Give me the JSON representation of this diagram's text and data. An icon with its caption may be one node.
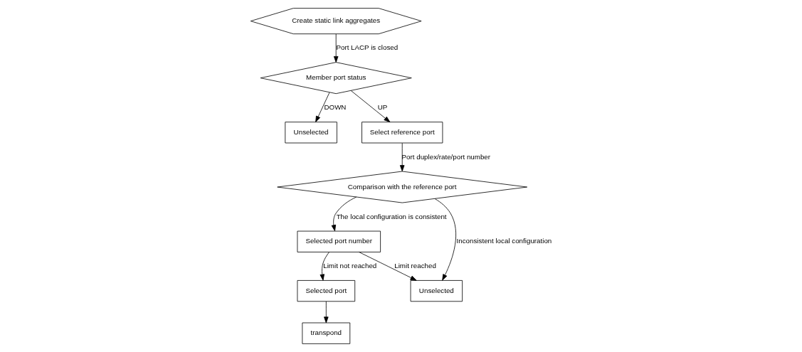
{
  "diagram": {
    "nodes": [
      {
        "text": [
          "Create static link aggregates"
        ]
      },
      {
        "text": [
          "Member port status"
        ]
      },
      {
        "text": [
          "Unselected"
        ]
      },
      {
        "text": [
          "Select reference port"
        ]
      },
      {
        "text": [
          "Comparison with the reference port"
        ]
      },
      {
        "text": [
          "Selected port number"
        ]
      },
      {
        "text": [
          "Selected port"
        ]
      },
      {
        "text": [
          "transpond"
        ]
      },
      {
        "text": [
          "Unselected"
        ]
      }
    ],
    "edges": [
      {
        "from": 0,
        "to": 1,
        "arrow": "to",
        "label": "Port LACP is closed"
      },
      {
        "from": 1,
        "to": 2,
        "arrow": "to",
        "label": "DOWN"
      },
      {
        "from": 1,
        "to": 3,
        "arrow": "to",
        "label": "UP"
      },
      {
        "from": 3,
        "to": 4,
        "arrow": "to",
        "label": "Port duplex/rate/port number"
      },
      {
        "from": 4,
        "to": 5,
        "arrow": "to",
        "label": "The local configuration is consistent"
      },
      {
        "from": 5,
        "to": 6,
        "arrow": "to",
        "label": "Limit not reached"
      },
      {
        "from": 6,
        "to": 7,
        "arrow": "to"
      },
      {
        "from": 4,
        "to": 8,
        "arrow": "to",
        "label": "Inconsistent local configuration"
      },
      {
        "from": 5,
        "to": 8,
        "arrow": "to",
        "label": "Limit reached"
      }
    ]
  }
}
